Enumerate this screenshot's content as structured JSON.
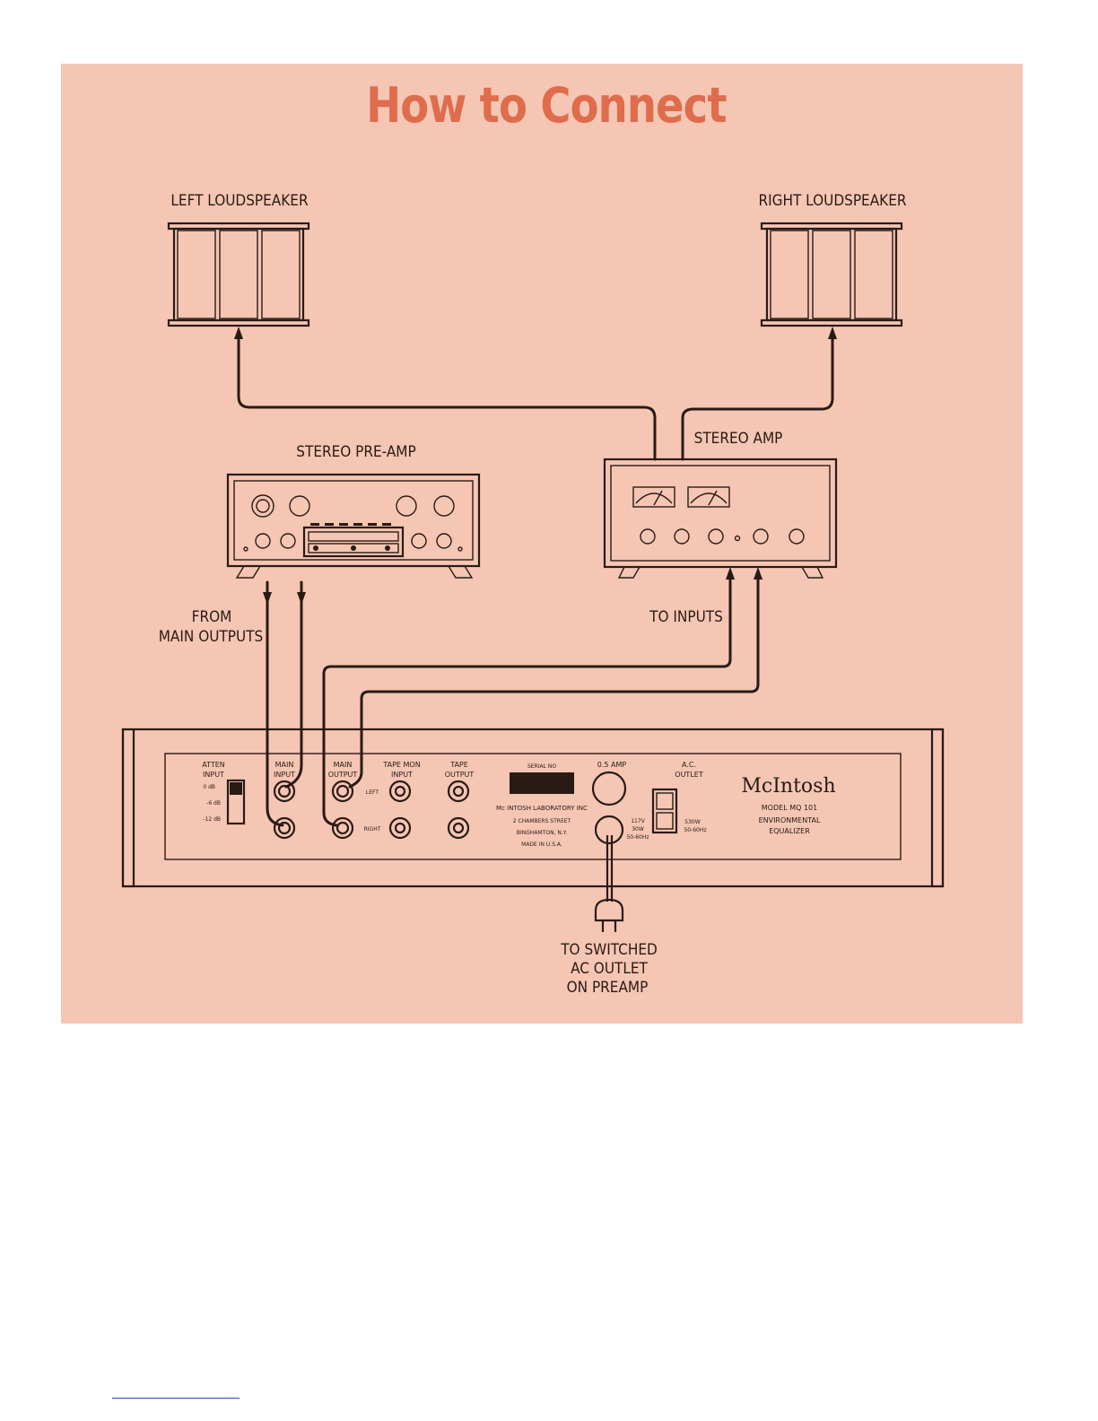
{
  "title": "How to Connect",
  "labels": {
    "left_loudspeaker": "LEFT LOUDSPEAKER",
    "right_loudspeaker": "RIGHT LOUDSPEAKER",
    "stereo_preamp": "STEREO PRE-AMP",
    "stereo_amp": "STEREO AMP",
    "from_main_outputs_1": "FROM",
    "from_main_outputs_2": "MAIN OUTPUTS",
    "to_inputs": "TO INPUTS",
    "to_switched_1": "TO SWITCHED",
    "to_switched_2": "AC OUTLET",
    "to_switched_3": "ON PREAMP"
  },
  "equalizer_panel": {
    "atten_input_1": "ATTEN",
    "atten_input_2": "INPUT",
    "atten_0db": "0 dB",
    "atten_6db": "-6 dB",
    "atten_12db": "-12 dB",
    "main_input_1": "MAIN",
    "main_input_2": "INPUT",
    "main_output_1": "MAIN",
    "main_output_2": "OUTPUT",
    "tape_mon_1": "TAPE MON",
    "tape_mon_2": "INPUT",
    "tape_output_1": "TAPE",
    "tape_output_2": "OUTPUT",
    "left": "LEFT",
    "right": "RIGHT",
    "serial_no": "SERIAL NO",
    "maker": "Mc INTOSH LABORATORY INC",
    "street": "2 CHAMBERS STREET",
    "city": "BINGHAMTON, N.Y.",
    "made_in": "MADE IN U.S.A.",
    "fuse": "0.5 AMP",
    "ac_outlet_1": "A.C.",
    "ac_outlet_2": "OUTLET",
    "power_1": "117V",
    "power_2": "30W",
    "power_3": "50-60Hz",
    "outlet_rating_1": "530W",
    "outlet_rating_2": "50-60Hz",
    "brand": "McIntosh",
    "model_1": "MODEL MQ 101",
    "model_2": "ENVIRONMENTAL",
    "model_3": "EQUALIZER"
  },
  "colors": {
    "panel_background": "#f5c6b4",
    "title": "#df6c4c",
    "ink": "#2a1a14",
    "footer_rule": "#2a46c4"
  }
}
